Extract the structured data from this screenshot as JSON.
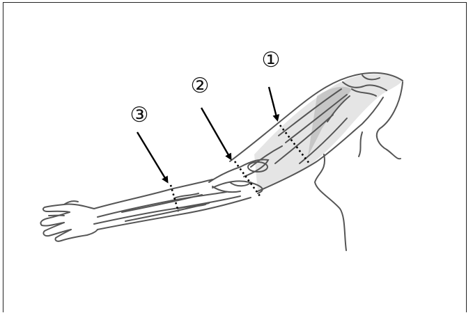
{
  "figure": {
    "markers": [
      {
        "id": 1,
        "label": "①"
      },
      {
        "id": 2,
        "label": "②"
      },
      {
        "id": 3,
        "label": "③"
      }
    ],
    "colors": {
      "line": "#444444",
      "shade": "#b0b0b0",
      "arrow": "#000000",
      "frame": "#222222"
    }
  }
}
